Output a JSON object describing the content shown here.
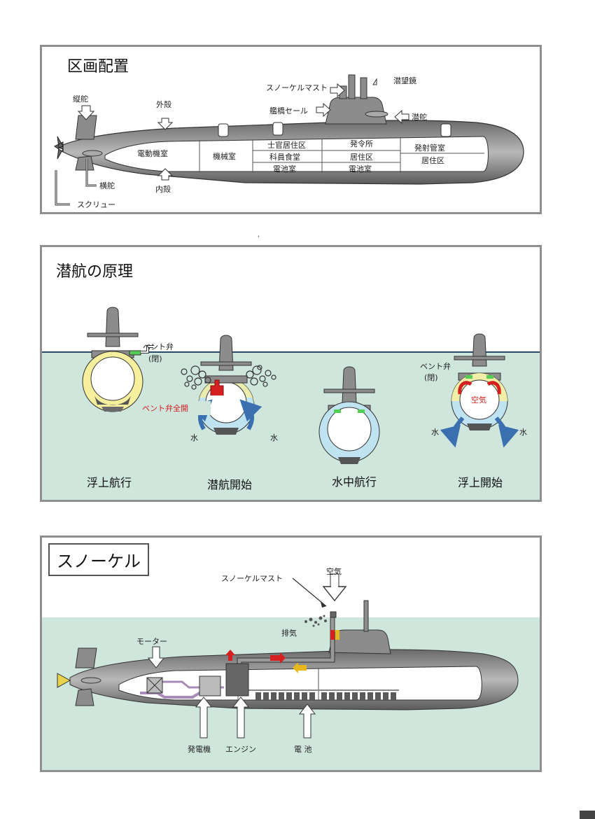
{
  "panel1": {
    "title": "区画配置",
    "labels": {
      "rudder": "縦舵",
      "outer_hull": "外殻",
      "snorkel_mast": "スノーケルマスト",
      "periscope": "潜望鏡",
      "sail": "艦橋セール",
      "sail_plane": "潜舵",
      "motor_room": "電動機室",
      "machine_room": "機械室",
      "petty_officer_quarters": "士官居住区",
      "mess": "科員食堂",
      "battery_room_1": "電池室",
      "control_room": "発令所",
      "quarters": "居住区",
      "battery_room_2": "電池室",
      "torpedo_room": "発射管室",
      "forward_quarters": "居住区",
      "stern_plane": "横舵",
      "inner_hull": "内殻",
      "screw": "スクリュー"
    }
  },
  "panel2": {
    "title": "潜航の原理",
    "vent_closed_1": "ベント弁",
    "closed_1": "(閉)",
    "vent_open": "ベント弁全開",
    "vent_closed_2": "ベント弁",
    "closed_2": "(閉)",
    "air": "空気",
    "water_labels": [
      "水",
      "水",
      "水",
      "水"
    ],
    "captions": [
      "浮上航行",
      "潜航開始",
      "水中航行",
      "浮上開始"
    ]
  },
  "panel3": {
    "title": "スノーケル",
    "snorkel_mast": "スノーケルマスト",
    "air": "空気",
    "exhaust": "排気",
    "motor": "モーター",
    "generator": "発電機",
    "engine": "エンジン",
    "battery": "電 池"
  },
  "colors": {
    "water": "#cfe6dc",
    "hull": "#8a8a8a",
    "ballast_air": "#f6ef9e",
    "ballast_water": "#bfe3f0",
    "arrow_red": "#d42020",
    "arrow_blue": "#3a6fb0",
    "pipe_purple": "#a98bb8"
  }
}
